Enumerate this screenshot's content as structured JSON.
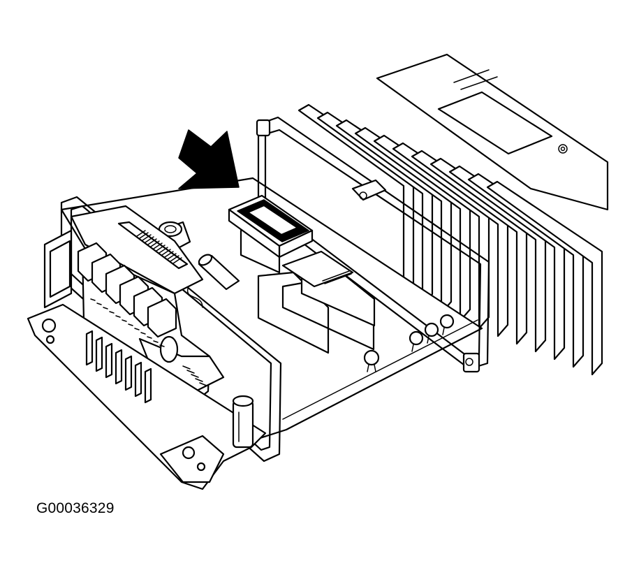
{
  "figure": {
    "id_label": "G00036329",
    "subject": "control-module-with-cover-removed",
    "pointer": "arrow-pointing-to-prom-chip",
    "colors": {
      "ink": "#000000",
      "paper": "#ffffff"
    }
  }
}
